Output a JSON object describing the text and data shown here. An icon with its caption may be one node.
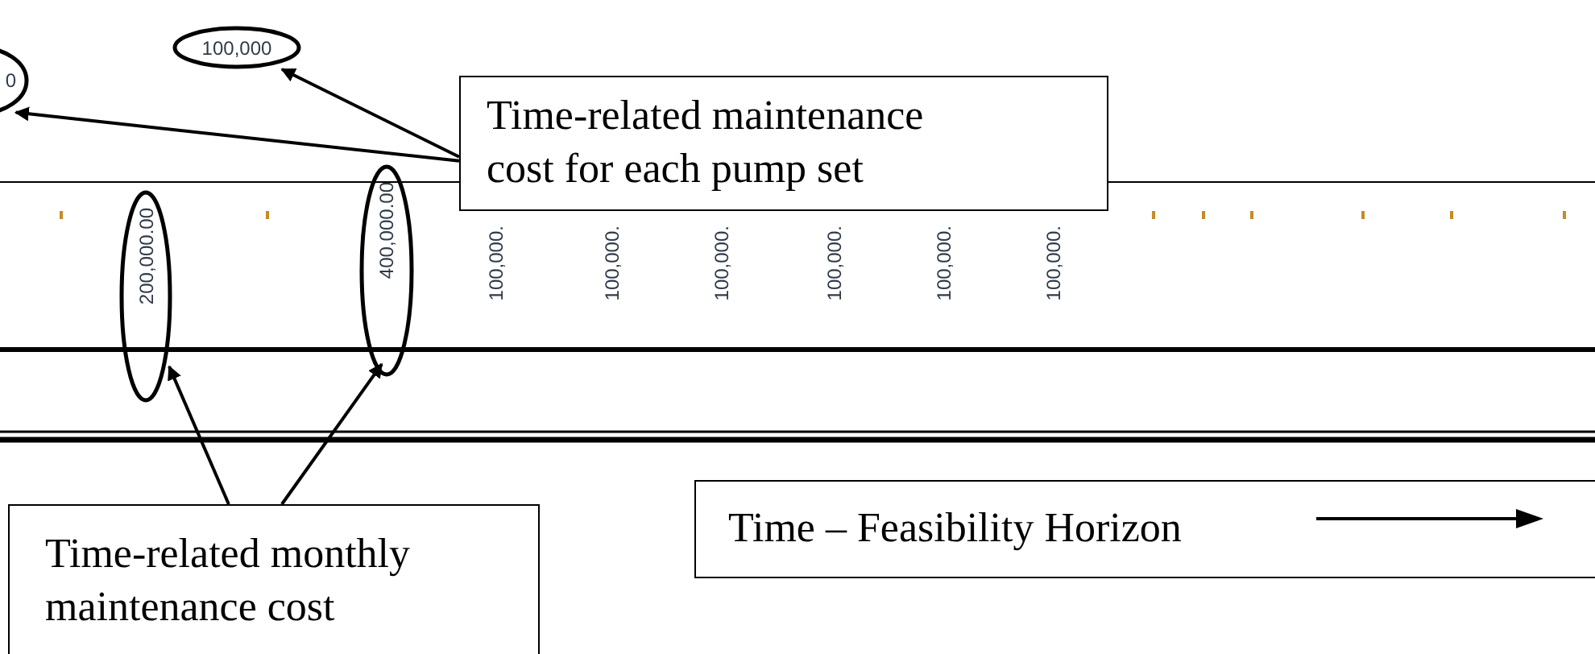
{
  "diagram": {
    "nodes": [
      {
        "text": [
          "0"
        ]
      },
      {
        "text": [
          "100,000"
        ]
      },
      {
        "text": [
          "Time-related maintenance cost for each pump set"
        ]
      },
      {
        "text": [
          "200,000.00"
        ]
      },
      {
        "text": [
          "400,000.00"
        ]
      },
      {
        "text": [
          "Time-related monthly maintenance cost"
        ]
      },
      {
        "text": [
          "Time – Feasibility Horizon"
        ]
      }
    ],
    "edges": [
      {
        "from": 2,
        "to": 0,
        "arrow": "to"
      },
      {
        "from": 2,
        "to": 1,
        "arrow": "to"
      },
      {
        "from": 5,
        "to": 3,
        "arrow": "to"
      },
      {
        "from": 5,
        "to": 4,
        "arrow": "to"
      }
    ],
    "labels": [
      "100,000.",
      "100,000.",
      "100,000.",
      "100,000.",
      "100,000.",
      "100,000."
    ]
  }
}
